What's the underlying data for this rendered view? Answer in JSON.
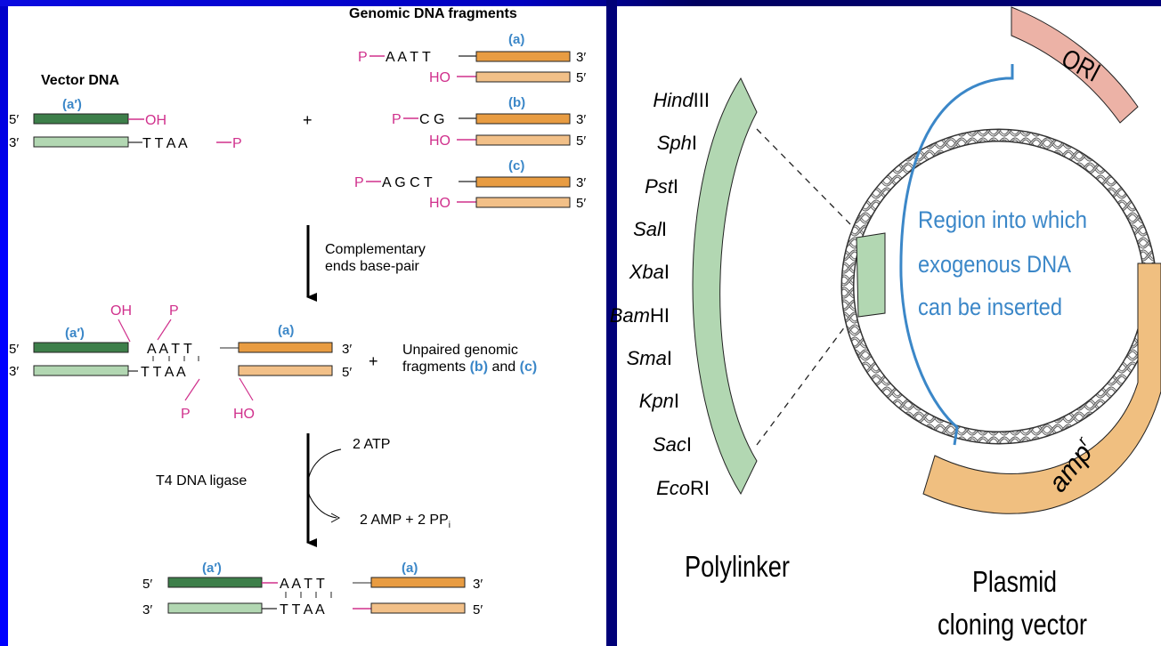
{
  "colors": {
    "vector_dark": "#3d7f4a",
    "vector_light": "#b2d7b2",
    "genomic_dark": "#e89c42",
    "genomic_light": "#f2c088",
    "label_blue": "#3b87c8",
    "end_magenta": "#d0308c",
    "ori_pink": "#ecb2a6",
    "ampr_orange": "#f0bf80",
    "polylinker_green": "#b2d7b2",
    "frame_blue": "#0000ff",
    "divider_navy": "#000078"
  },
  "left": {
    "vector": {
      "title": "Vector DNA",
      "label": "(a′)",
      "top_strand": {
        "end_label": "5′",
        "tail": "OH"
      },
      "bottom_strand": {
        "end_label": "3′",
        "overhang": "T T A A",
        "tail": "P"
      }
    },
    "plus": "+",
    "genomic": {
      "title": "Genomic DNA fragments",
      "fragments": [
        {
          "label": "(a)",
          "top_head": "P",
          "top_seq": "A A T T",
          "top_end": "3′",
          "bottom_head": "HO",
          "bottom_end": "5′"
        },
        {
          "label": "(b)",
          "top_head": "P",
          "top_seq": "C G",
          "top_end": "3′",
          "bottom_head": "HO",
          "bottom_end": "5′"
        },
        {
          "label": "(c)",
          "top_head": "P",
          "top_seq": "A G C T",
          "top_end": "3′",
          "bottom_head": "HO",
          "bottom_end": "5′"
        }
      ]
    },
    "step1": {
      "line1": "Complementary",
      "line2": "ends base-pair"
    },
    "paired": {
      "left_label": "(a′)",
      "right_label": "(a)",
      "top_left_end": "5′",
      "bottom_left_end": "3′",
      "top_right_end": "3′",
      "bottom_right_end": "5′",
      "top_seq": "A A T T",
      "bottom_seq": "T T A A",
      "oh_top": "OH",
      "p_top": "P",
      "p_bottom": "P",
      "ho_bottom": "HO"
    },
    "unpaired": {
      "plus": "+",
      "line1": "Unpaired genomic",
      "line2_prefix": "fragments ",
      "b": "(b)",
      "and": " and ",
      "c": "(c)"
    },
    "step2": {
      "enzyme": "T4 DNA ligase",
      "input": "2 ATP",
      "output": "2 AMP + 2 PP",
      "output_sub": "i"
    },
    "ligated": {
      "left_label": "(a′)",
      "right_label": "(a)",
      "top_left_end": "5′",
      "bottom_left_end": "3′",
      "top_right_end": "3′",
      "bottom_right_end": "5′",
      "top_seq": "A A T T",
      "bottom_seq": "T T A A"
    }
  },
  "right": {
    "polylinker_sites": [
      "HindIII",
      "SphI",
      "PstI",
      "SalI",
      "XbaI",
      "BamHI",
      "SmaI",
      "KpnI",
      "SacI",
      "EcoRI"
    ],
    "polylinker_sites_italic": [
      "Hind",
      "Sph",
      "Pst",
      "Sal",
      "Xba",
      "Bam",
      "Sma",
      "Kpn",
      "Sac",
      "Eco"
    ],
    "polylinker_sites_roman": [
      "III",
      "I",
      "I",
      "I",
      "I",
      "HI",
      "I",
      "I",
      "I",
      "RI"
    ],
    "polylinker_caption": "Polylinker",
    "ori_label": "ORI",
    "ampr_label": "amp",
    "ampr_sup": "r",
    "insert_region": [
      "Region into which",
      "exogenous DNA",
      "can be inserted"
    ],
    "plasmid_caption_1": "Plasmid",
    "plasmid_caption_2": "cloning vector"
  }
}
